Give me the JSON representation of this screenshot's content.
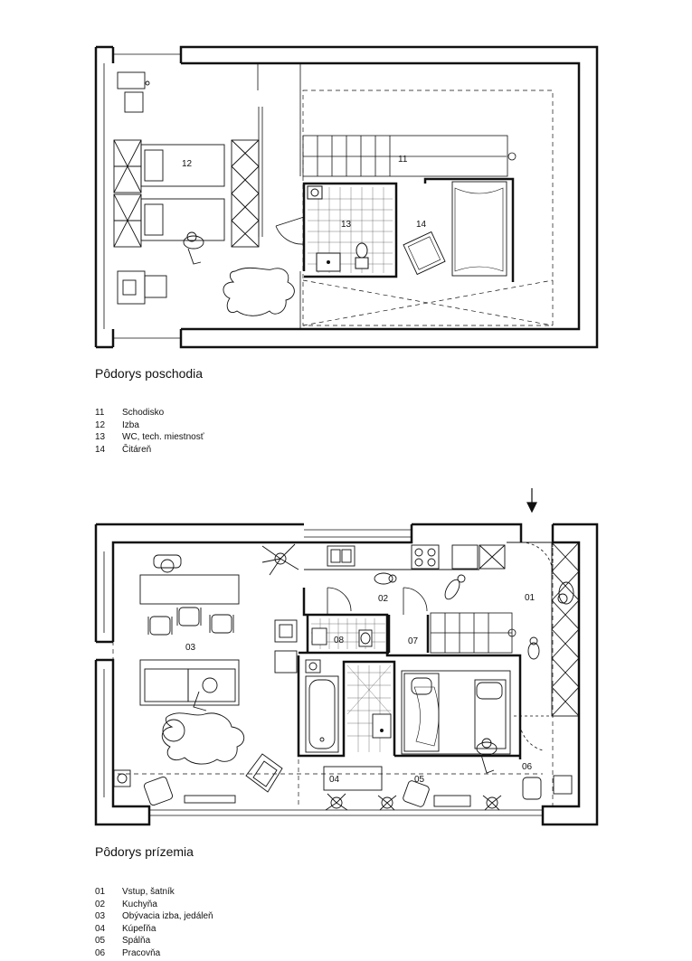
{
  "upper_floor": {
    "title": "Pôdorys poschodia",
    "rooms": [
      {
        "num": "11",
        "name": "Schodisko"
      },
      {
        "num": "12",
        "name": "Izba"
      },
      {
        "num": "13",
        "name": "WC, tech. miestnosť"
      },
      {
        "num": "14",
        "name": "Čitáreň"
      }
    ]
  },
  "ground_floor": {
    "title": "Pôdorys prízemia",
    "rooms": [
      {
        "num": "01",
        "name": "Vstup, šatník"
      },
      {
        "num": "02",
        "name": "Kuchyňa"
      },
      {
        "num": "03",
        "name": "Obývacia  izba, jedáleň"
      },
      {
        "num": "04",
        "name": "Kúpeľňa"
      },
      {
        "num": "05",
        "name": "Spálňa"
      },
      {
        "num": "06",
        "name": "Pracovňa"
      }
    ]
  },
  "icons": [
    "entrance-arrow-icon",
    "plant-icon",
    "rug-icon",
    "chair-icon",
    "person-icon",
    "dog-icon",
    "cat-icon"
  ],
  "colors": {
    "line": "#111111",
    "background": "#ffffff"
  }
}
